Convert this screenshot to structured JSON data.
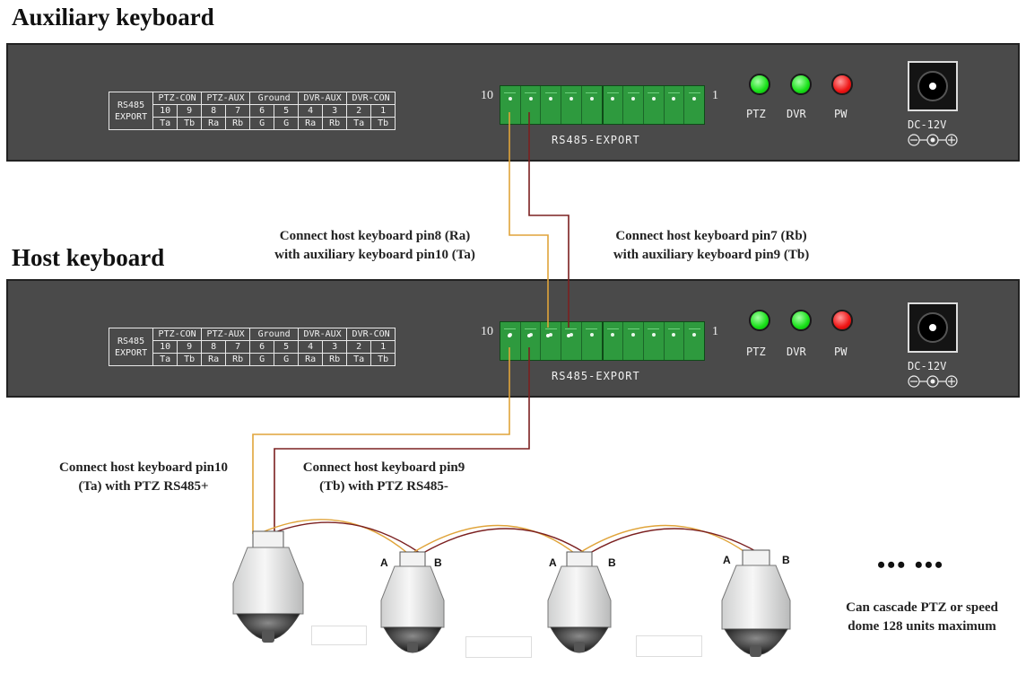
{
  "titles": {
    "auxiliary": "Auxiliary keyboard",
    "host": "Host keyboard"
  },
  "pinmap": {
    "lead": [
      "RS485",
      "EXPORT"
    ],
    "groups": [
      "PTZ-CON",
      "PTZ-AUX",
      "Ground",
      "DVR-AUX",
      "DVR-CON"
    ],
    "pins": [
      "10",
      "9",
      "8",
      "7",
      "6",
      "5",
      "4",
      "3",
      "2",
      "1"
    ],
    "signals": [
      "Ta",
      "Tb",
      "Ra",
      "Rb",
      "G",
      "G",
      "Ra",
      "Rb",
      "Ta",
      "Tb"
    ]
  },
  "connector": {
    "label": "RS485-EXPORT",
    "left_pin": "10",
    "right_pin": "1"
  },
  "indicators": [
    {
      "label": "PTZ",
      "color": "#17e017"
    },
    {
      "label": "DVR",
      "color": "#17e017"
    },
    {
      "label": "PW",
      "color": "#ee1414"
    }
  ],
  "power": {
    "label": "DC-12V",
    "polarity": "⊖-●-⊕"
  },
  "captions": {
    "pin8": [
      "Connect host keyboard pin8 (Ra)",
      "with auxiliary keyboard pin10 (Ta)"
    ],
    "pin7": [
      "Connect host keyboard pin7 (Rb)",
      "with auxiliary keyboard pin9 (Tb)"
    ],
    "pin10": [
      "Connect host keyboard pin10",
      "(Ta) with PTZ RS485+"
    ],
    "pin9": [
      "Connect host keyboard pin9",
      "(Tb) with PTZ RS485-"
    ],
    "cascade": [
      "Can cascade PTZ or speed",
      "dome 128 units maximum"
    ]
  },
  "dome_terminals": {
    "a": "A",
    "b": "B"
  },
  "ellipsis": "••• •••",
  "wire_colors": {
    "ta": "#e0a43a",
    "tb": "#7b2020"
  }
}
